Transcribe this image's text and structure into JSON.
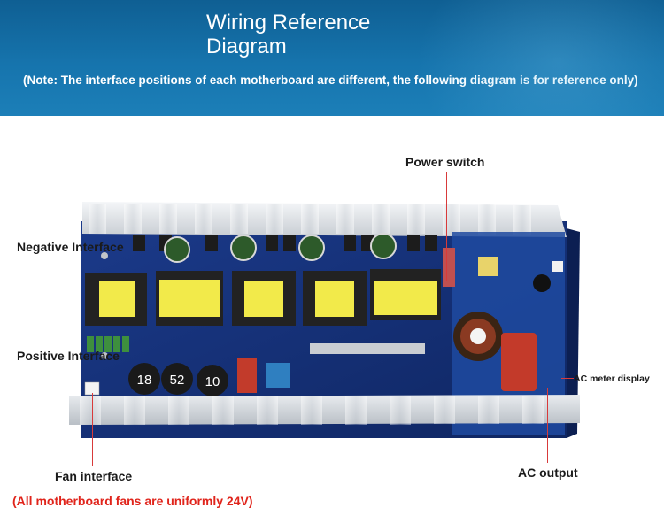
{
  "header": {
    "title_line1": "Wiring Reference",
    "title_line2": "Diagram",
    "note": "(Note: The interface positions of each motherboard are different, the following diagram is for reference only)"
  },
  "labels": {
    "power_switch": "Power switch",
    "negative_interface": "Negative Interface",
    "positive_interface": "Positive Interface",
    "ac_meter_display": "AC meter display",
    "fan_interface": "Fan interface",
    "ac_output": "AC output",
    "fan_note": "(All motherboard fans are uniformly 24V)"
  },
  "capacitor_markings": [
    "18",
    "52",
    "10"
  ],
  "colors": {
    "header_blue": "#1674ad",
    "pcb_blue": "#15307a",
    "transformer_yellow": "#f2ea4a",
    "pointer_red": "#d83a3a",
    "note_red": "#e0241b"
  }
}
